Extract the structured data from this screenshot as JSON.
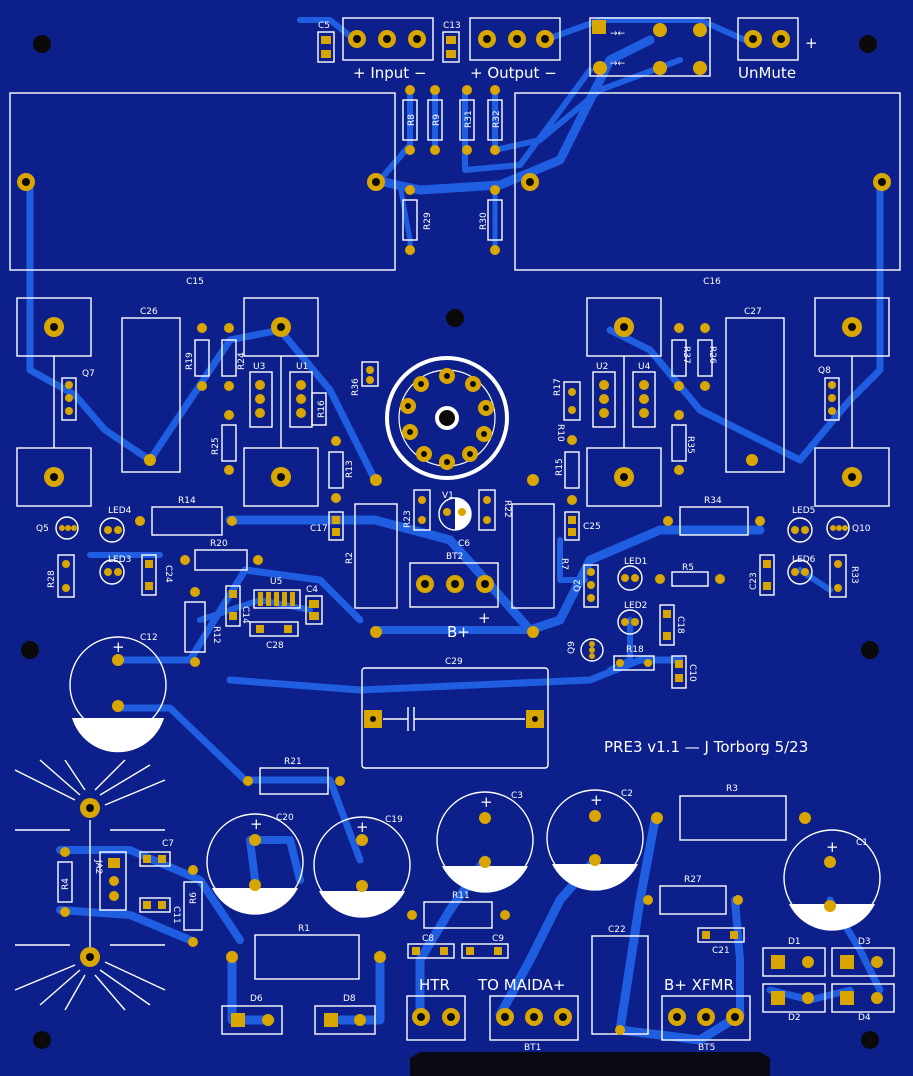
{
  "board": {
    "title_text": "PRE3 v1.1 — J Torborg 5/23",
    "colors": {
      "board": "#0c1f8a",
      "trace": "#1f5ee0",
      "pad": "#d9a600",
      "silk": "#ffffff",
      "hole": "#0a0a0a"
    }
  },
  "connectors": {
    "input": "+ Input −",
    "output": "+ Output −",
    "unmute": "UnMute",
    "unmute_plus": "+",
    "bplus": "B+",
    "bplus_plus": "+",
    "htr": "HTR",
    "to_maida": "TO MAIDA+",
    "bplus_xfmr": "B+ XFMR",
    "bt1": "BT1",
    "bt2": "BT2",
    "bt5": "BT5"
  },
  "refs": {
    "c1": "C1",
    "c2": "C2",
    "c3": "C3",
    "c4": "C4",
    "c5": "C5",
    "c6": "C6",
    "c7": "C7",
    "c8": "C8",
    "c9": "C9",
    "c10": "C10",
    "c11": "C11",
    "c12": "C12",
    "c13": "C13",
    "c14": "C14",
    "c15": "C15",
    "c16": "C16",
    "c17": "C17",
    "c18": "C18",
    "c19": "C19",
    "c20": "C20",
    "c21": "C21",
    "c22": "C22",
    "c23": "C23",
    "c24": "C24",
    "c25": "C25",
    "c26": "C26",
    "c27": "C27",
    "c28": "C28",
    "c29": "C29",
    "r1": "R1",
    "r2": "R2",
    "r3": "R3",
    "r4": "R4",
    "r5": "R5",
    "r6": "R6",
    "r7": "R7",
    "r8": "R8",
    "r9": "R9",
    "r10": "R10",
    "r11": "R11",
    "r12": "R12",
    "r13": "R13",
    "r14": "R14",
    "r15": "R15",
    "r16": "R16",
    "r17": "R17",
    "r18": "R18",
    "r19": "R19",
    "r20": "R20",
    "r21": "R21",
    "r22": "R22",
    "r23": "R23",
    "r24": "R24",
    "r25": "R25",
    "r26": "R26",
    "r27": "R27",
    "r28": "R28",
    "r29": "R29",
    "r30": "R30",
    "r31": "R31",
    "r32": "R32",
    "r33": "R33",
    "r34": "R34",
    "r35": "R35",
    "r36": "R36",
    "r37": "R37",
    "u1": "U1",
    "u2": "U2",
    "u3": "U3",
    "u4": "U4",
    "u5": "U5",
    "v1": "V1",
    "q2": "Q2",
    "q5": "Q5",
    "q7": "Q7",
    "q8": "Q8",
    "q9": "Q9",
    "q10": "Q10",
    "led1": "LED1",
    "led2": "LED2",
    "led3": "LED3",
    "led4": "LED4",
    "led5": "LED5",
    "led6": "LED6",
    "d1": "D1",
    "d2": "D2",
    "d3": "D3",
    "d4": "D4",
    "d6": "D6",
    "d8": "D8",
    "ja2": "JA2"
  }
}
